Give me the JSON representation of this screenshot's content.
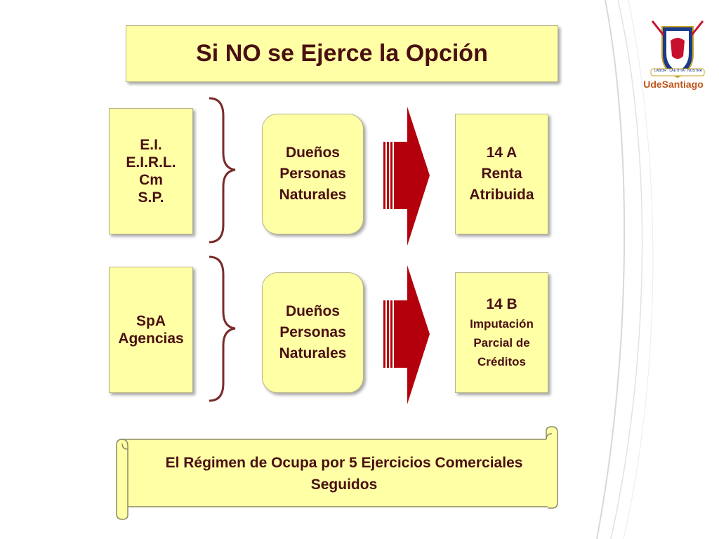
{
  "title": "Si NO se Ejerce la Opción",
  "rows": [
    {
      "source": "E.I.\nE.I.R.L.\nCm\nS.P.",
      "owners": "Dueños\nPersonas\nNaturales",
      "result": "14 A\nRenta\nAtribuida"
    },
    {
      "source": "SpA\nAgencias",
      "owners": "Dueños\nPersonas\nNaturales",
      "result_main": "14 B",
      "result_sub": "Imputación\nParcial de\nCréditos"
    }
  ],
  "banner": "El Régimen de Ocupa por 5 Ejercicios Comerciales Seguidos",
  "logo": {
    "name_ude": "Ude",
    "name_santiago": "Santiago",
    "motto": "LABOR · LAETITIA · NOSTRA",
    "colors": {
      "ude": "#c0551b",
      "santiago": "#c0551b",
      "shield": "#1a3a8a",
      "red": "#c8102e"
    }
  },
  "colors": {
    "box_fill": "#ffffa6",
    "arrow": "#b3000c",
    "brace": "#7a2a2a",
    "text": "#4a1010"
  }
}
